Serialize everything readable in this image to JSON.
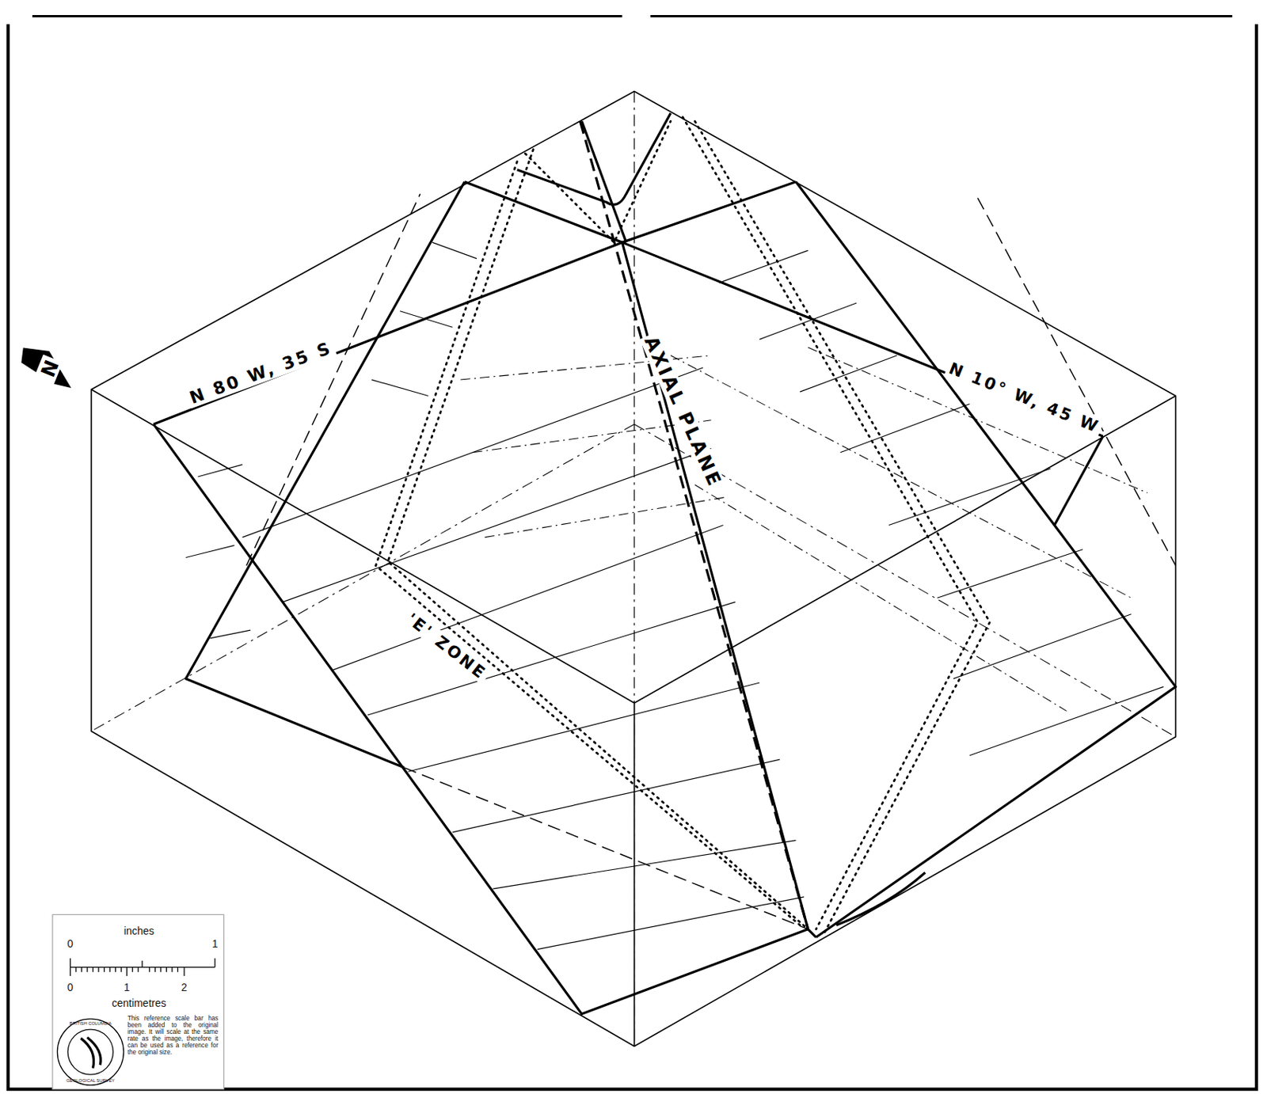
{
  "diagram": {
    "labels": [
      "N",
      "N 80 W, 35 S",
      "AXIAL PLANE",
      "N 10° W, 45 W",
      "'E' ZONE",
      "inches",
      "0",
      "1",
      "0",
      "1",
      "2",
      "centimetres",
      "This reference scale bar has been added to the original image. It will scale at the same rate as the image, therefore it can be used as a reference for the original size.",
      "BRITISH COLUMBIA",
      "GEOLOGICAL SURVEY"
    ]
  }
}
